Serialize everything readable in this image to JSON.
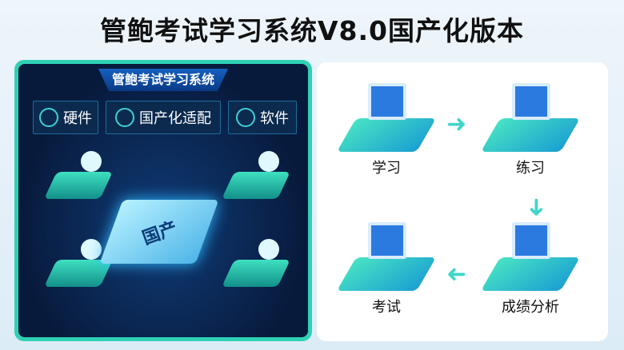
{
  "title": "管鲍考试学习系统V8.0国产化版本",
  "left_panel": {
    "banner": "管鲍考试学习系统",
    "tags": [
      {
        "label": "硬件",
        "icon": "chip-icon"
      },
      {
        "label": "国产化适配",
        "icon": "wifi-icon"
      },
      {
        "label": "软件",
        "icon": "location-icon"
      }
    ],
    "chip_label": "国产"
  },
  "flow": {
    "steps": [
      {
        "label": "学习"
      },
      {
        "label": "练习"
      },
      {
        "label": "考试"
      },
      {
        "label": "成绩分析"
      }
    ]
  },
  "colors": {
    "accent": "#2fd1b5",
    "panel": "#081a3c",
    "blue": "#2b7ae0"
  }
}
